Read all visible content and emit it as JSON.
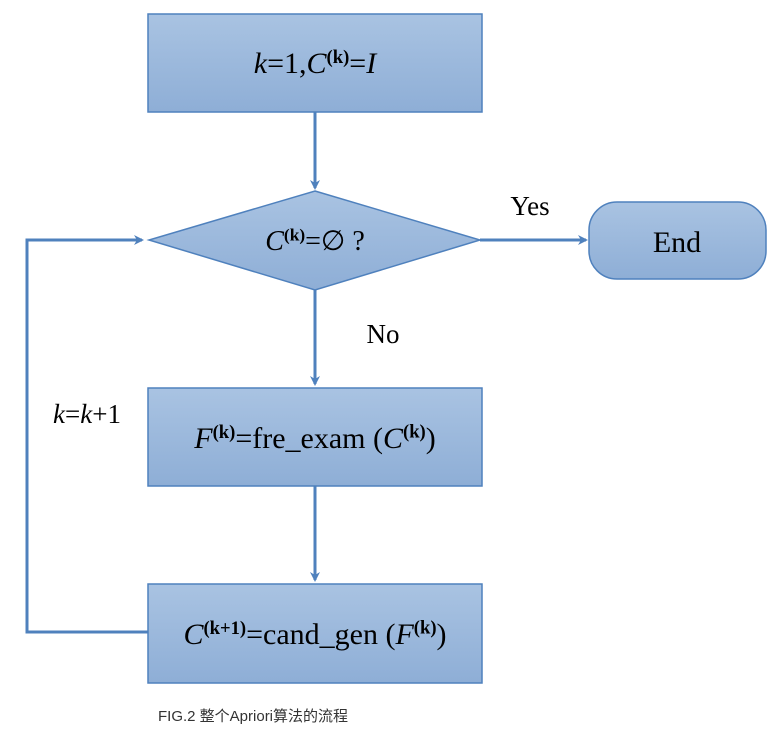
{
  "diagram": {
    "nodes": {
      "init": {
        "parts": [
          {
            "t": "k",
            "i": true
          },
          {
            "t": "=1,"
          },
          {
            "t": "C",
            "i": true
          },
          {
            "t": "(k)",
            "sup": true
          },
          {
            "t": "="
          },
          {
            "t": "I",
            "i": true
          }
        ]
      },
      "decision": {
        "parts": [
          {
            "t": "C",
            "i": true
          },
          {
            "t": "(k)",
            "sup": true
          },
          {
            "t": "=∅ ?"
          }
        ]
      },
      "end": {
        "parts": [
          {
            "t": "End"
          }
        ]
      },
      "fre_exam": {
        "parts": [
          {
            "t": "F",
            "i": true
          },
          {
            "t": "(k)",
            "sup": true
          },
          {
            "t": "=fre_exam ("
          },
          {
            "t": "C",
            "i": true
          },
          {
            "t": "(k)",
            "sup": true
          },
          {
            "t": ")"
          }
        ]
      },
      "cand_gen": {
        "parts": [
          {
            "t": "C",
            "i": true
          },
          {
            "t": "(k+1)",
            "sup": true
          },
          {
            "t": "=cand_gen ("
          },
          {
            "t": "F",
            "i": true
          },
          {
            "t": "(k)",
            "sup": true
          },
          {
            "t": ")"
          }
        ]
      }
    },
    "edge_labels": {
      "yes": "Yes",
      "no": "No",
      "loop": {
        "parts": [
          {
            "t": "k",
            "i": true
          },
          {
            "t": "="
          },
          {
            "t": "k",
            "i": true
          },
          {
            "t": "+1"
          }
        ]
      }
    },
    "colors": {
      "fill": "#95b3d7",
      "stroke": "#4f81bd",
      "arrow": "#4f81bd"
    }
  },
  "caption": "FIG.2 整个Apriori算法的流程"
}
